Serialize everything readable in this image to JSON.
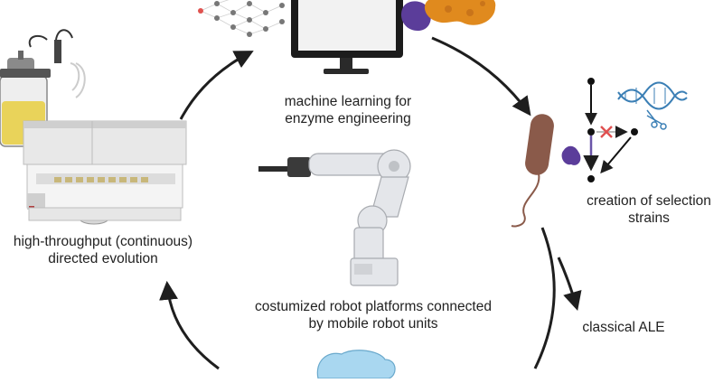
{
  "labels": {
    "ml": {
      "line1": "machine learning for",
      "line2": "enzyme engineering"
    },
    "selection": {
      "line1": "creation of selection",
      "line2": "strains"
    },
    "htp": {
      "line1": "high-throughput (continuous)",
      "line2": "directed evolution"
    },
    "robot": {
      "line1": "costumized robot platforms connected",
      "line2": "by mobile robot units"
    },
    "ale": "classical ALE"
  },
  "colors": {
    "arrow": "#1e1e1e",
    "bacterium": "#8a5a4a",
    "enzyme_orange": "#e08a1e",
    "enzyme_purple": "#5b3d9a",
    "knockout": "#e05050",
    "dna": "#3b7fb5",
    "robot": "#e4e6ea",
    "broth": "#e9d35a",
    "droplet": "#a9d7f0"
  },
  "icons": [
    "neural-network-icon",
    "monitor-icon",
    "enzyme-icon",
    "bioreactor-icon",
    "lab-device-icon",
    "robot-arm-icon",
    "bacterium-icon",
    "dna-icon",
    "scissors-icon",
    "mobile-robot-icon"
  ]
}
